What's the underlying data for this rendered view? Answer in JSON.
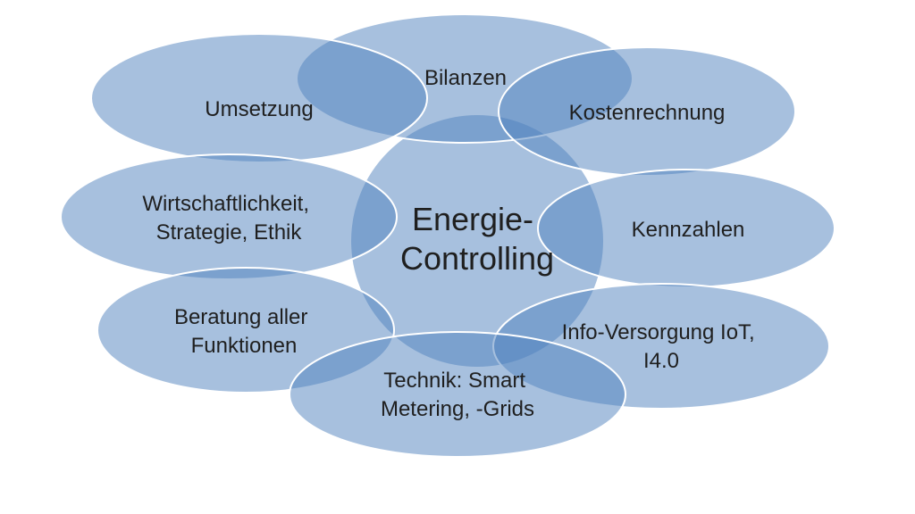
{
  "diagram": {
    "center": {
      "lines": [
        "Energie-",
        "Controlling"
      ]
    },
    "nodes": [
      {
        "id": "bilanzen",
        "lines": [
          "Bilanzen"
        ]
      },
      {
        "id": "umsetzung",
        "lines": [
          "Umsetzung"
        ]
      },
      {
        "id": "kostenrechnung",
        "lines": [
          "Kostenrechnung"
        ]
      },
      {
        "id": "wirtschaftlichkeit",
        "lines": [
          "Wirtschaftlichkeit,",
          "Strategie, Ethik"
        ]
      },
      {
        "id": "kennzahlen",
        "lines": [
          "Kennzahlen"
        ]
      },
      {
        "id": "beratung",
        "lines": [
          "Beratung aller",
          "Funktionen"
        ]
      },
      {
        "id": "info-versorgung",
        "lines": [
          "Info-Versorgung IoT,",
          "I4.0"
        ]
      },
      {
        "id": "technik",
        "lines": [
          "Technik: Smart",
          "Metering, -Grids"
        ]
      }
    ]
  }
}
